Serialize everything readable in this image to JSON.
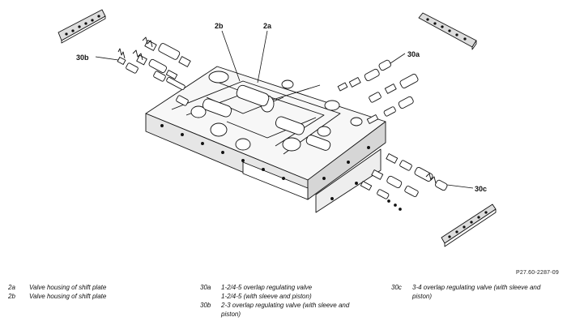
{
  "figure": {
    "reference": "P27.60-2287-09",
    "callouts": [
      "2b",
      "2a",
      "30a",
      "30b",
      "30c"
    ]
  },
  "legend": {
    "col1": [
      {
        "key": "2a",
        "text": "Valve housing of shift plate"
      },
      {
        "key": "2b",
        "text": "Valve housing of shift plate"
      }
    ],
    "col2": [
      {
        "key": "30a",
        "text": "1-2/4-5 overlap regulating valve"
      },
      {
        "key": "",
        "text": "1-2/4-5 (with sleeve and piston)"
      },
      {
        "key": "30b",
        "text": "2-3 overlap regulating valve (with sleeve and piston)"
      }
    ],
    "col3": [
      {
        "key": "30c",
        "text": "3-4 overlap regulating valve (with sleeve and piston)"
      }
    ]
  }
}
